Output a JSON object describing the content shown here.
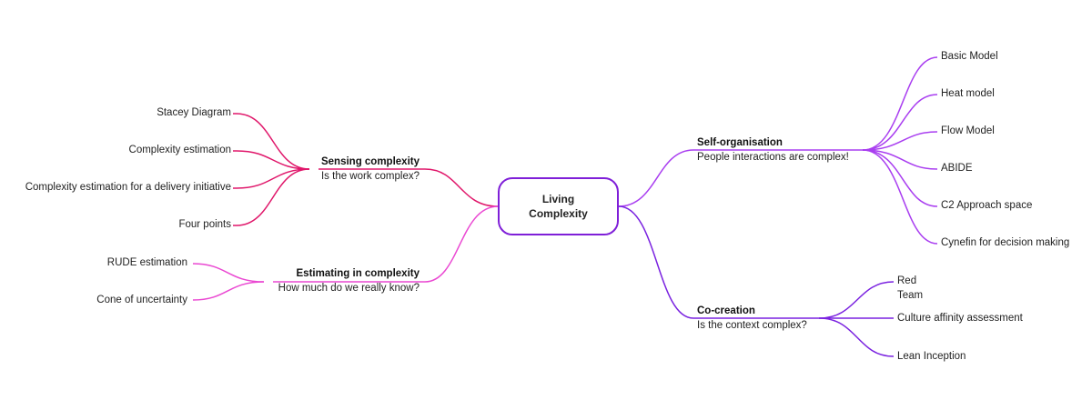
{
  "root": {
    "line1": "Living",
    "line2": "Complexity"
  },
  "branches": {
    "sensing": {
      "title": "Sensing complexity",
      "subtitle": "Is the work complex?",
      "color": "#e0166a",
      "leaves": [
        "Stacey Diagram",
        "Complexity estimation",
        "Complexity estimation for a delivery initiative",
        "Four points"
      ]
    },
    "estimating": {
      "title": "Estimating in complexity",
      "subtitle": "How much do we really know?",
      "color": "#ea48d2",
      "leaves": [
        "RUDE estimation",
        "Cone of uncertainty"
      ]
    },
    "self_org": {
      "title": "Self-organisation",
      "subtitle": "People interactions are complex!",
      "color": "#a93ef0",
      "leaves": [
        "Basic Model",
        "Heat model",
        "Flow Model",
        "ABIDE",
        "C2 Approach space",
        "Cynefin for decision making"
      ]
    },
    "cocreation": {
      "title": "Co-creation",
      "subtitle": "Is the context complex?",
      "color": "#7a22e0",
      "leaves": [
        "Red",
        "Team",
        "Culture affinity assessment",
        "Lean Inception"
      ]
    }
  }
}
